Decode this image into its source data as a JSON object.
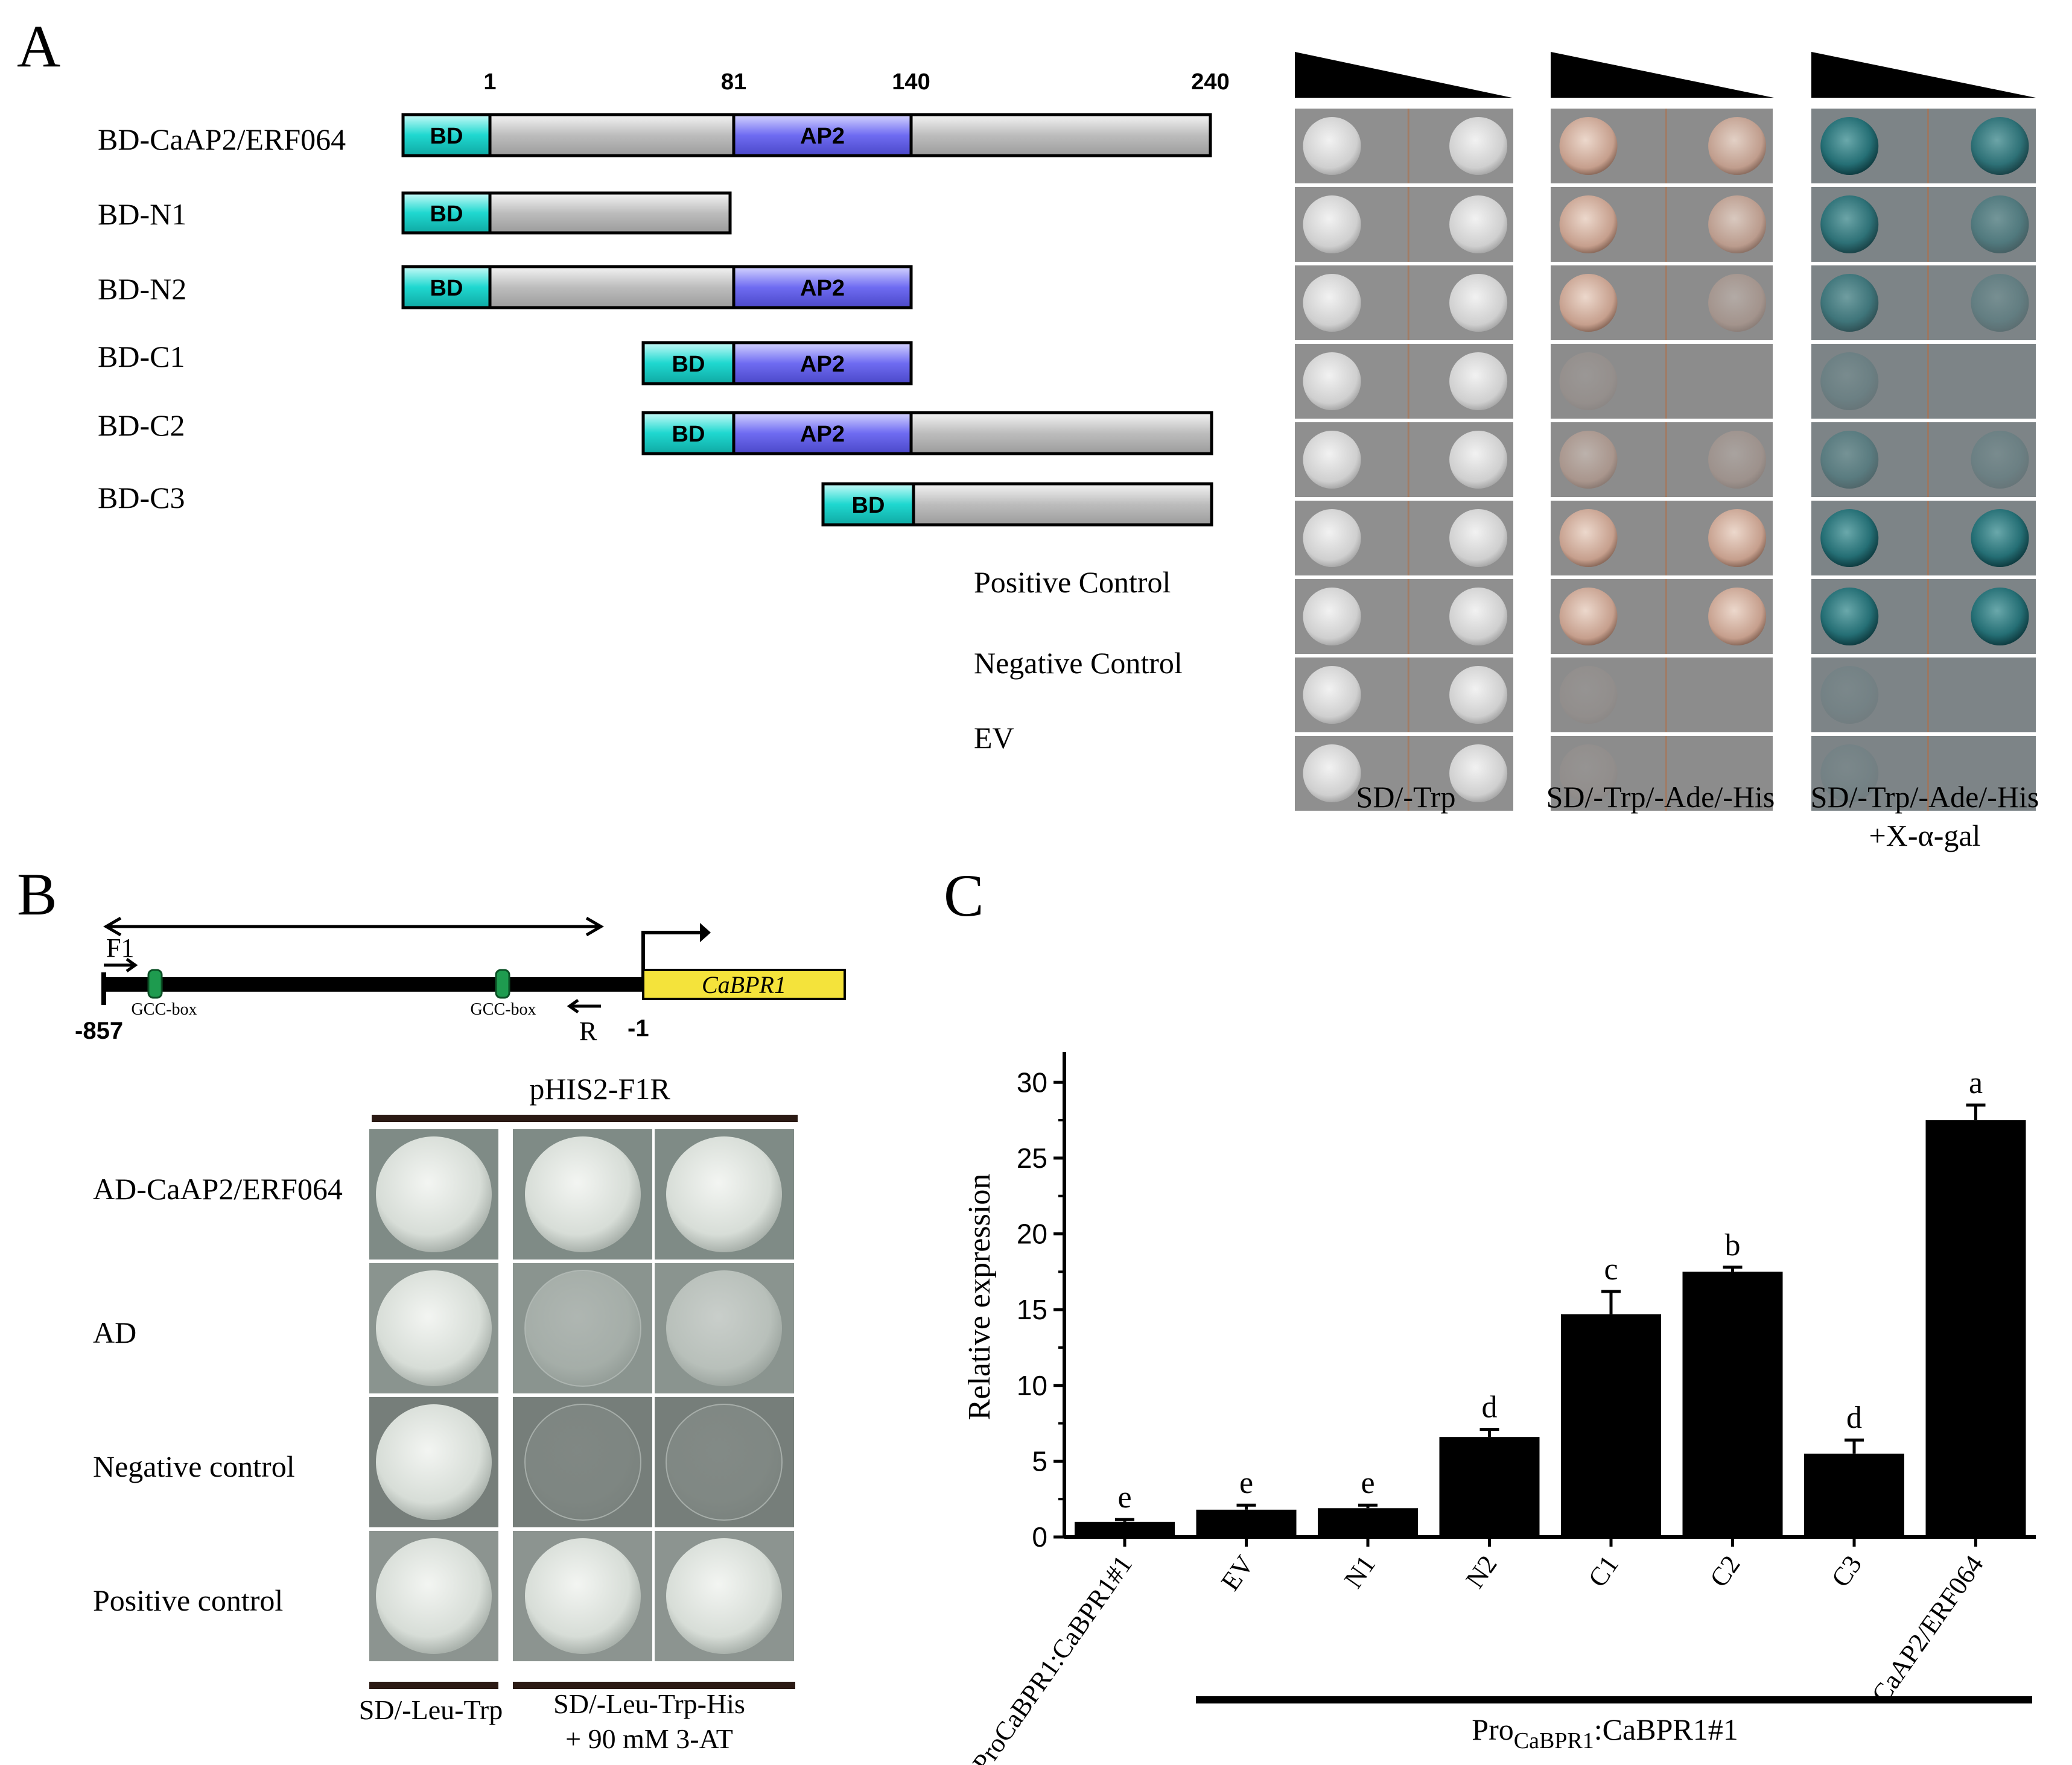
{
  "panelA": {
    "letter": "A",
    "positions": [
      "1",
      "81",
      "140",
      "240"
    ],
    "constructs": [
      {
        "label": "BD-CaAP2/ERF064",
        "start": 1,
        "end": 240,
        "ap2": true
      },
      {
        "label": "BD-N1",
        "start": 1,
        "end": 81,
        "ap2": false
      },
      {
        "label": "BD-N2",
        "start": 1,
        "end": 140,
        "ap2": true
      },
      {
        "label": "BD-C1",
        "start": 81,
        "end": 140,
        "ap2": true
      },
      {
        "label": "BD-C2",
        "start": 81,
        "end": 240,
        "ap2": true
      },
      {
        "label": "BD-C3",
        "start": 140,
        "end": 240,
        "ap2": false
      }
    ],
    "bd_label": "BD",
    "ap2_label": "AP2",
    "controls": [
      "Positive Control",
      "Negative Control",
      "EV"
    ],
    "media": [
      "SD/-Trp",
      "SD/-Trp/-Ade/-His",
      "SD/-Trp/-Ade/-His",
      "+X-α-gal"
    ],
    "growth": {
      "sd_trp": [
        [
          1,
          1
        ],
        [
          1,
          1
        ],
        [
          1,
          1
        ],
        [
          1,
          1
        ],
        [
          1,
          1
        ],
        [
          1,
          1
        ],
        [
          1,
          1
        ],
        [
          1,
          1
        ],
        [
          1,
          1
        ]
      ],
      "sd_ade": [
        [
          1,
          0.9
        ],
        [
          1,
          0.8
        ],
        [
          1,
          0.4
        ],
        [
          0.15,
          0
        ],
        [
          0.5,
          0.3
        ],
        [
          1,
          1
        ],
        [
          1,
          1
        ],
        [
          0.1,
          0
        ],
        [
          0.1,
          0
        ]
      ],
      "xgal": [
        [
          1,
          0.9
        ],
        [
          0.9,
          0.5
        ],
        [
          0.7,
          0.3
        ],
        [
          0.2,
          0
        ],
        [
          0.4,
          0.2
        ],
        [
          1,
          1
        ],
        [
          1,
          1
        ],
        [
          0.1,
          0
        ],
        [
          0.1,
          0
        ]
      ]
    },
    "colors": {
      "bd": "#1fd8d0",
      "ap2": "#6f6cf2",
      "gray": "#c9c9c9",
      "xgal": "#1e6c72"
    }
  },
  "panelB": {
    "letter": "B",
    "primer_f": "F1",
    "primer_r": "R",
    "gcc_box": "GCC-box",
    "gene": "CaBPR1",
    "pos_start": "-857",
    "pos_end": "-1",
    "bait": "pHIS2-F1R",
    "rows": [
      "AD-CaAP2/ERF064",
      "AD",
      "Negative control",
      "Positive control"
    ],
    "media_1": "SD/-Leu-Trp",
    "media_2_line1": "SD/-Leu-Trp-His",
    "media_2_line2": "+ 90 mM 3-AT"
  },
  "panelC": {
    "letter": "C",
    "underline_label_main": "Pro",
    "underline_label_sub": "CaBPR1",
    "underline_label_tail": ":CaBPR1#1",
    "chart_data": {
      "type": "bar",
      "categories": [
        "ProCaBPR1:CaBPR1#1",
        "EV",
        "N1",
        "N2",
        "C1",
        "C2",
        "C3",
        "CaAP2/ERF064"
      ],
      "values": [
        1.0,
        1.8,
        1.9,
        6.6,
        14.7,
        17.5,
        5.5,
        27.5
      ],
      "errors": [
        0.15,
        0.3,
        0.2,
        0.5,
        1.5,
        0.3,
        0.9,
        1.0
      ],
      "letters": [
        "e",
        "e",
        "e",
        "d",
        "c",
        "b",
        "d",
        "a"
      ],
      "ylabel": "Relative expression",
      "ylim": [
        0,
        32
      ],
      "yticks": [
        "0",
        "5",
        "10",
        "15",
        "20",
        "25",
        "30"
      ]
    }
  }
}
